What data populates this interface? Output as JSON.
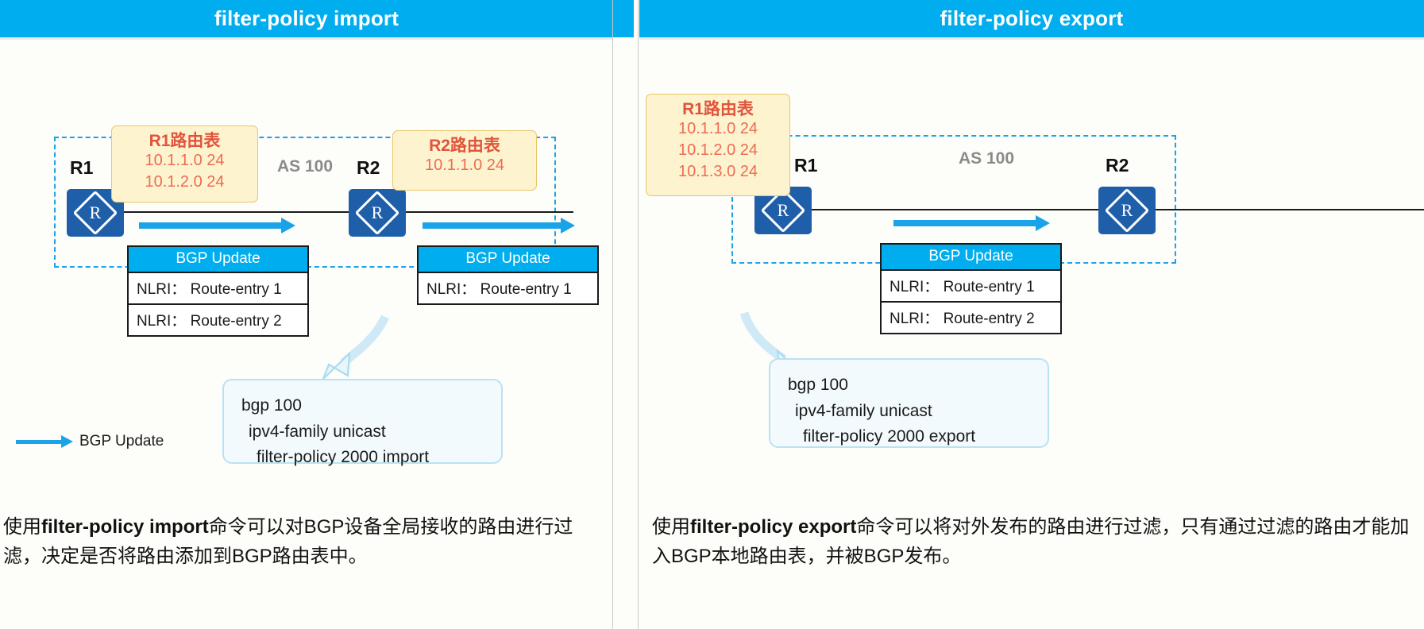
{
  "panels": [
    {
      "id": "import",
      "header": "filter-policy import",
      "as_label": "AS 100",
      "routers": [
        {
          "name": "R1",
          "glyph": "R"
        },
        {
          "name": "R2",
          "glyph": "R"
        }
      ],
      "route_tables": [
        {
          "title": "R1路由表",
          "routes": [
            "10.1.1.0 24",
            "10.1.2.0 24"
          ]
        },
        {
          "title": "R2路由表",
          "routes": [
            "10.1.1.0 24"
          ]
        }
      ],
      "packets": [
        {
          "header": "BGP Update",
          "rows": [
            "NLRI： Route-entry 1",
            "NLRI： Route-entry 2"
          ]
        },
        {
          "header": "BGP Update",
          "rows": [
            "NLRI： Route-entry 1"
          ]
        }
      ],
      "legend": {
        "label": "BGP Update"
      },
      "config": {
        "line1": "bgp 100",
        "line2": "ipv4-family unicast",
        "line3": "filter-policy 2000 import"
      },
      "caption": {
        "pre": "使用",
        "bold": "filter-policy import",
        "post": "命令可以对BGP设备全局接收的路由进行过滤，决定是否将路由添加到BGP路由表中。"
      }
    },
    {
      "id": "export",
      "header": "filter-policy export",
      "as_label": "AS 100",
      "routers": [
        {
          "name": "R1",
          "glyph": "R"
        },
        {
          "name": "R2",
          "glyph": "R"
        }
      ],
      "route_tables": [
        {
          "title": "R1路由表",
          "routes": [
            "10.1.1.0 24",
            "10.1.2.0 24",
            "10.1.3.0 24"
          ]
        }
      ],
      "packets": [
        {
          "header": "BGP Update",
          "rows": [
            "NLRI： Route-entry 1",
            "NLRI： Route-entry 2"
          ]
        }
      ],
      "config": {
        "line1": "bgp 100",
        "line2": "ipv4-family unicast",
        "line3": "filter-policy 2000 export"
      },
      "caption": {
        "pre": "使用",
        "bold": "filter-policy export",
        "post": "命令可以将对外发布的路由进行过滤，只有通过过滤的路由才能加入BGP本地路由表，并被BGP发布。"
      }
    }
  ],
  "colors": {
    "accent": "#00AEEF",
    "arrow": "#1aa3e8",
    "router": "#1F5FA9",
    "table_bg": "#FDF3CE",
    "table_text": "#EE6C55",
    "as_text": "#8a8a8a"
  }
}
